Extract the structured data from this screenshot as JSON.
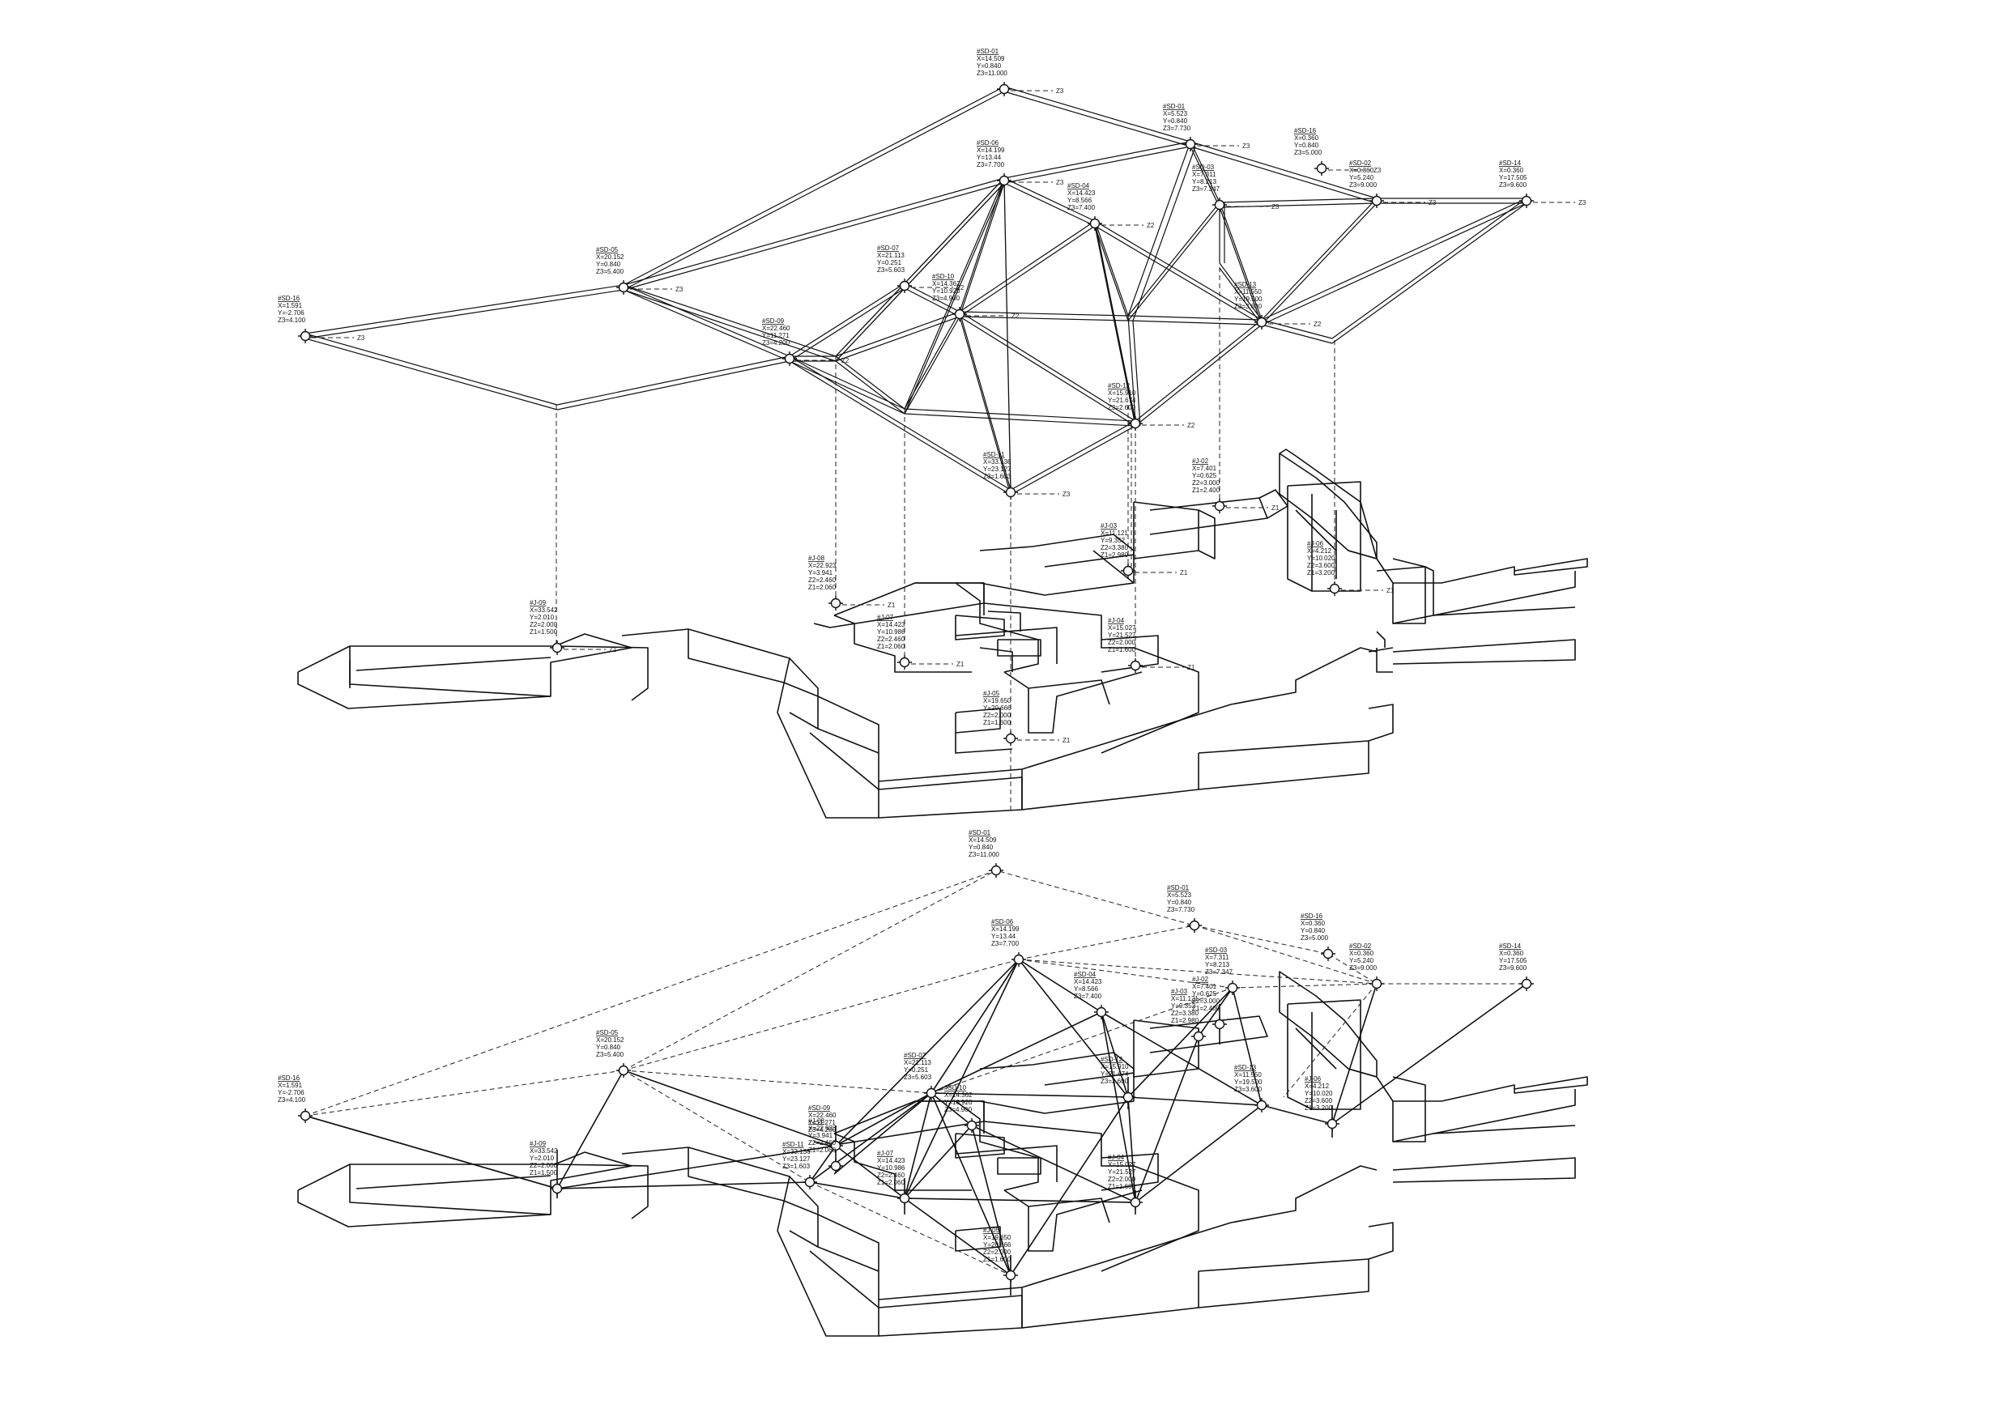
{
  "nodes": [
    {
      "id": "n_top",
      "lines": [
        "#SD-01",
        "X=14.509",
        "Y=0.840",
        "Z3=11.000"
      ],
      "tag": "Z3"
    },
    {
      "id": "n_left",
      "lines": [
        "#SD-16",
        "X=1.591",
        "Y=-2.706",
        "Z3=4.100"
      ],
      "tag": "Z3"
    },
    {
      "id": "n_lmid",
      "lines": [
        "#SD-05",
        "X=20.152",
        "Y=0.840",
        "Z3=5.400"
      ],
      "tag": "Z3"
    },
    {
      "id": "n_ctr",
      "lines": [
        "#SD-06",
        "X=14.199",
        "Y=13.44",
        "Z3=7.700"
      ],
      "tag": "Z3"
    },
    {
      "id": "n_r1",
      "lines": [
        "#SD-01",
        "X=5.523",
        "Y=0.840",
        "Z3=7.730"
      ],
      "tag": "Z3"
    },
    {
      "id": "n_r2",
      "lines": [
        "#SD-16",
        "X=0.360",
        "Y=0.840",
        "Z3=5.000"
      ],
      "tag": "Z3"
    },
    {
      "id": "n_r3",
      "lines": [
        "#SD-03",
        "X=7.311",
        "Y=8.213",
        "Z3=7.347"
      ],
      "tag": "Z3"
    },
    {
      "id": "n_r4",
      "lines": [
        "#SD-02",
        "X=0.360",
        "Y=5.240",
        "Z3=9.000"
      ],
      "tag": "Z3"
    },
    {
      "id": "n_far",
      "lines": [
        "#SD-14",
        "X=0.360",
        "Y=17.505",
        "Z3=9.600"
      ],
      "tag": "Z3"
    },
    {
      "id": "n_m1",
      "lines": [
        "#SD-04",
        "X=14.423",
        "Y=8.566",
        "Z3=7.400"
      ],
      "tag": "Z2"
    },
    {
      "id": "n_m2",
      "lines": [
        "#SD-07",
        "X=21.113",
        "Y=0.251",
        "Z3=5.603"
      ],
      "tag": "Z2"
    },
    {
      "id": "n_m3",
      "lines": [
        "#SD-10",
        "X=14.362",
        "Y=10.920",
        "Z3=4.900"
      ],
      "tag": "Z2"
    },
    {
      "id": "n_m4",
      "lines": [
        "#SD-13",
        "X=11.550",
        "Y=19.500",
        "Z3=3.600"
      ],
      "tag": "Z2"
    },
    {
      "id": "n_m5",
      "lines": [
        "#SD-12",
        "X=15.910",
        "Y=21.674",
        "Z3=2.600"
      ],
      "tag": "Z2"
    },
    {
      "id": "n_m6",
      "lines": [
        "#SD-09",
        "X=22.460",
        "Y=11.271",
        "Z3=4.200"
      ],
      "tag": "Z2"
    },
    {
      "id": "n_m7",
      "lines": [
        "#SD-11",
        "X=33.136",
        "Y=23.127",
        "Z3=1.603"
      ],
      "tag": "Z3"
    },
    {
      "id": "b_1",
      "lines": [
        "#J-09",
        "X=33.542",
        "Y=2.010",
        "Z2=2.000",
        "Z1=1.500"
      ],
      "tag": "Z1"
    },
    {
      "id": "b_2",
      "lines": [
        "#J-08",
        "X=22.923",
        "Y=3.941",
        "Z2=2.460",
        "Z1=2.060"
      ],
      "tag": "Z1"
    },
    {
      "id": "b_3",
      "lines": [
        "#J-07",
        "X=14.423",
        "Y=10.986",
        "Z2=2.460",
        "Z1=2.060"
      ],
      "tag": "Z1"
    },
    {
      "id": "b_4",
      "lines": [
        "#J-04",
        "X=15.027",
        "Y=21.527",
        "Z2=2.000",
        "Z1=1.600"
      ],
      "tag": "Z1"
    },
    {
      "id": "b_5",
      "lines": [
        "#J-03",
        "X=11.121",
        "Y=9.352",
        "Z2=3.380",
        "Z1=2.980"
      ],
      "tag": "Z1"
    },
    {
      "id": "b_6",
      "lines": [
        "#J-02",
        "X=7.401",
        "Y=0.625",
        "Z2=3.000",
        "Z1=2.400"
      ],
      "tag": "Z1"
    },
    {
      "id": "b_7",
      "lines": [
        "#J-06",
        "X=4.212",
        "Y=10.020",
        "Z2=3.600",
        "Z1=3.200"
      ],
      "tag": "Z1"
    },
    {
      "id": "b_8",
      "lines": [
        "#J-05",
        "X=19.650",
        "Y=20.666",
        "Z2=2.000",
        "Z1=1.600"
      ],
      "tag": "Z1"
    }
  ],
  "z_tags": {
    "z1": "Z1",
    "z2": "Z2",
    "z3": "Z3"
  }
}
